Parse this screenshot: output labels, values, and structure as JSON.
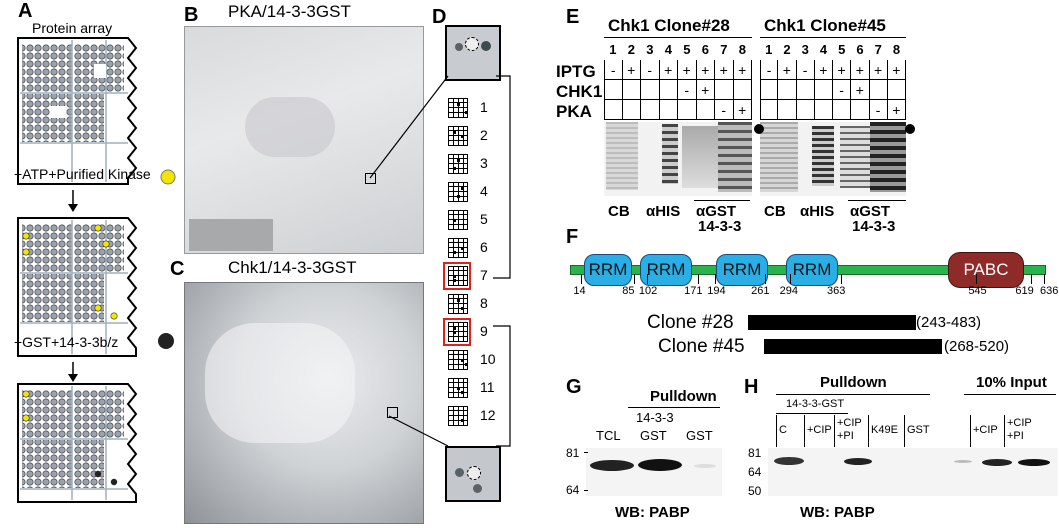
{
  "panels": {
    "A": {
      "letter": "A",
      "title": "Protein array",
      "step1": "+ATP+Purified Kinase",
      "step2": "+GST+14-3-3b/z"
    },
    "B": {
      "letter": "B",
      "title": "PKA/14-3-3GST"
    },
    "C": {
      "letter": "C",
      "title": "Chk1/14-3-3GST"
    },
    "D": {
      "letter": "D",
      "items": [
        "1",
        "2",
        "3",
        "4",
        "5",
        "6",
        "7",
        "8",
        "9",
        "10",
        "11",
        "12"
      ],
      "highlighted": [
        "7",
        "9"
      ]
    },
    "E": {
      "letter": "E",
      "clones": [
        {
          "name": "Chk1 Clone#28",
          "lanes": [
            "1",
            "2",
            "3",
            "4",
            "5",
            "6",
            "7",
            "8"
          ],
          "stains": [
            "CB",
            "αHIS",
            "αGST",
            "14-3-3"
          ]
        },
        {
          "name": "Chk1 Clone#45",
          "lanes": [
            "1",
            "2",
            "3",
            "4",
            "5",
            "6",
            "7",
            "8"
          ],
          "stains": [
            "CB",
            "αHIS",
            "αGST",
            "14-3-3"
          ]
        }
      ],
      "rows": [
        {
          "label": "IPTG",
          "marks": [
            "-",
            "+",
            "-",
            "+",
            "+",
            "+",
            "+",
            "+"
          ]
        },
        {
          "label": "CHK1",
          "marks": [
            "",
            "",
            "",
            "",
            "-",
            "+",
            "",
            ""
          ]
        },
        {
          "label": "PKA",
          "marks": [
            "",
            "",
            "",
            "",
            "",
            "",
            "-",
            "+"
          ]
        }
      ]
    },
    "F": {
      "letter": "F",
      "domains": [
        "RRM",
        "RRM",
        "RRM",
        "RRM",
        "PABC"
      ],
      "positions": [
        "14",
        "85",
        "102",
        "171",
        "194",
        "261",
        "294",
        "363",
        "545",
        "619",
        "636"
      ],
      "clones": [
        {
          "name": "Clone #28",
          "range": "(243-483)"
        },
        {
          "name": "Clone #45",
          "range": "(268-520)"
        }
      ]
    },
    "G": {
      "letter": "G",
      "header": "Pulldown",
      "lanes": [
        "TCL",
        "14-3-3",
        "GST",
        "GST"
      ],
      "markers": [
        "81",
        "64"
      ],
      "wb": "WB: PABP"
    },
    "H": {
      "letter": "H",
      "header_pulldown": "Pulldown",
      "header_input": "10% Input",
      "subheader": "14-3-3-GST",
      "lanes": [
        "C",
        "+CIP",
        "+CIP",
        "+PI",
        "K49E",
        "GST",
        "+CIP",
        "+CIP",
        "+PI"
      ],
      "markers": [
        "81",
        "64",
        "50"
      ],
      "wb": "WB: PABP"
    }
  }
}
